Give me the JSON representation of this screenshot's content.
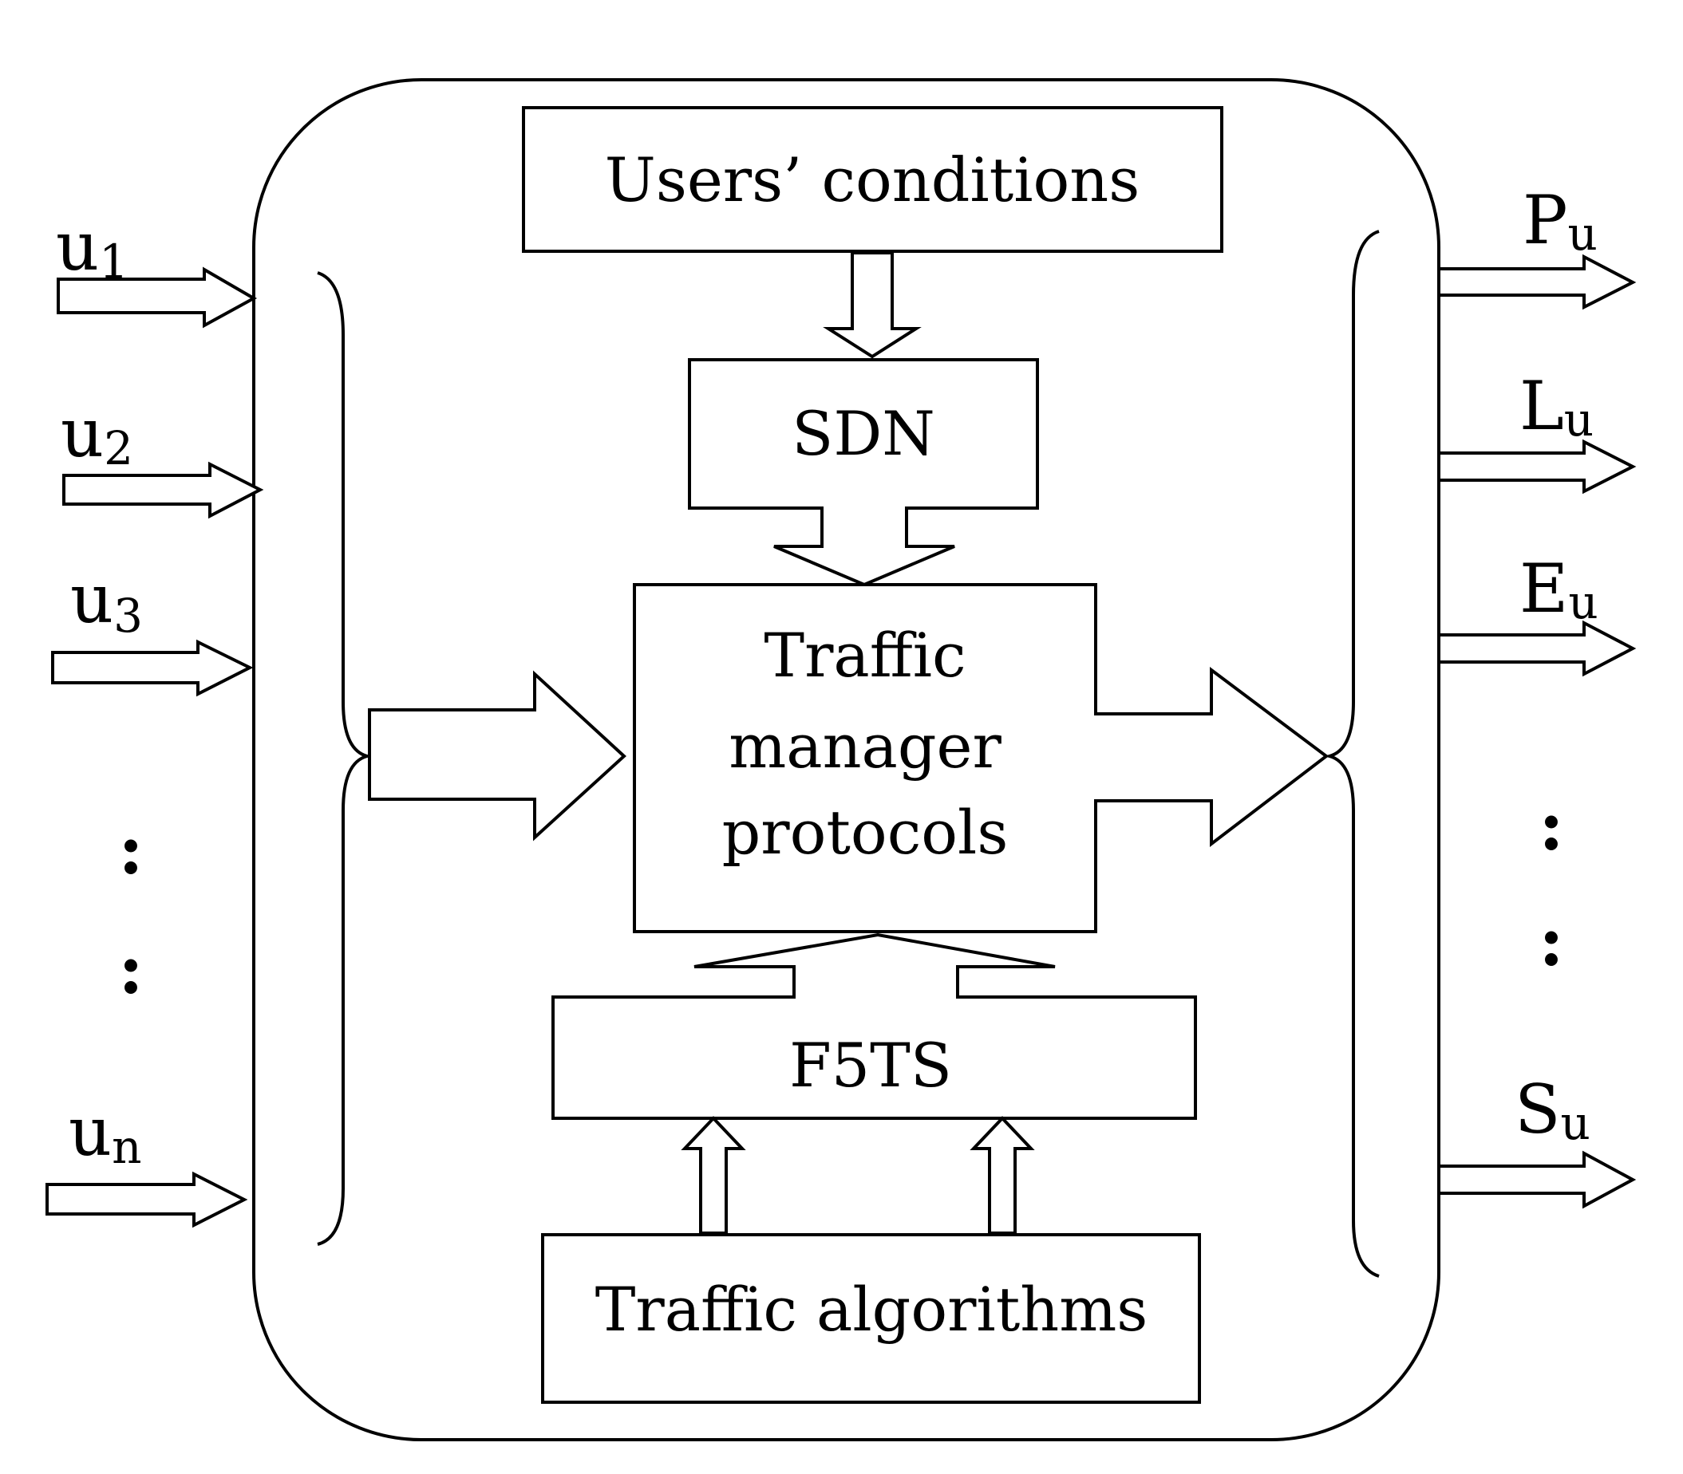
{
  "boxes": {
    "users_conditions": "Users’ conditions",
    "sdn": "SDN",
    "traffic_manager": [
      "Traffic",
      "manager",
      "protocols"
    ],
    "f5ts": "F5TS",
    "traffic_algorithms": "Traffic algorithms"
  },
  "inputs": [
    {
      "base": "u",
      "sub": "1"
    },
    {
      "base": "u",
      "sub": "2"
    },
    {
      "base": "u",
      "sub": "3"
    },
    {
      "base": "u",
      "sub": "n"
    }
  ],
  "outputs": [
    {
      "base": "P",
      "sub": "u"
    },
    {
      "base": "L",
      "sub": "u"
    },
    {
      "base": "E",
      "sub": "u"
    },
    {
      "base": "S",
      "sub": "u"
    }
  ],
  "ellipsis": ":"
}
